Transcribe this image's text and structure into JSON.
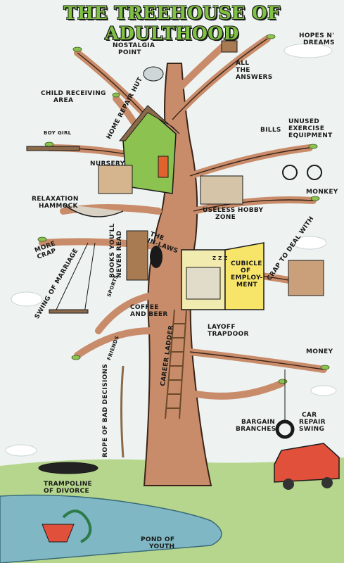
{
  "title": "THE TREEHOUSE OF ADULTHOOD",
  "labels": {
    "nostalgia_point": [
      "NOSTALGIA",
      "POINT"
    ],
    "hopes_dreams": [
      "HOPES N'",
      "DREAMS"
    ],
    "all_answers": [
      "ALL",
      "THE",
      "ANSWERS"
    ],
    "child_receiving": [
      "CHILD RECEIVING",
      "AREA"
    ],
    "home_repair": "HOME REPAIR HUT",
    "bills": "BILLS",
    "unused_exercise": [
      "UNUSED",
      "EXERCISE",
      "EQUIPMENT"
    ],
    "nursery": "NURSERY",
    "monkey": "MONKEY",
    "relaxation_hammock": [
      "RELAXATION",
      "HAMMOCK"
    ],
    "useless_hobby": [
      "USELESS HOBBY",
      "ZONE"
    ],
    "more_crap": [
      "MORE",
      "CRAP"
    ],
    "books_never_read": [
      "BOOKS YOU'LL",
      "NEVER READ"
    ],
    "in_laws": [
      "THE",
      "IN-LAWS"
    ],
    "crap_to_deal_with": "CRAP TO DEAL WITH",
    "cubicle": [
      "CUBICLE",
      "OF",
      "EMPLOY-",
      "MENT"
    ],
    "zzz": "Z Z Z",
    "swing_of_marriage": "SWING OF MARRIAGE",
    "sports": "SPORTS",
    "coffee_beer": [
      "COFFEE",
      "AND BEER"
    ],
    "layoff_trapdoor": [
      "LAYOFF",
      "TRAPDOOR"
    ],
    "money": "MONEY",
    "career_ladder": "CAREER LADDER",
    "friends": "FRIENDS",
    "rope_bad_decisions": "ROPE OF BAD DECISIONS",
    "bargain_branches": [
      "BARGAIN",
      "BRANCHES"
    ],
    "car_repair_swing": [
      "CAR",
      "REPAIR",
      "SWING"
    ],
    "trampoline": [
      "TRAMPOLINE",
      "OF DIVORCE"
    ],
    "pond_of_youth": [
      "POND OF",
      "YOUTH"
    ],
    "boy": "BOY",
    "girl": "GIRL"
  }
}
